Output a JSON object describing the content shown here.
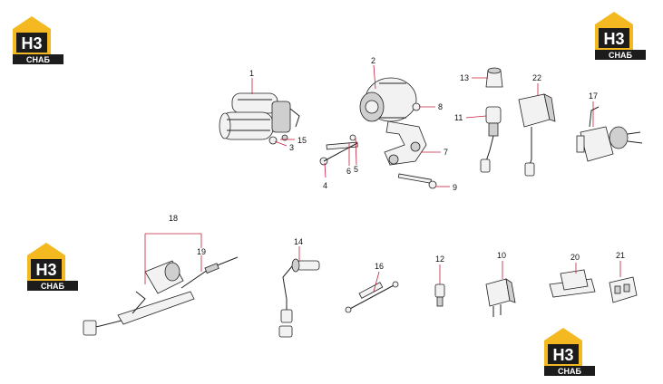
{
  "logo": {
    "mark": "H3",
    "caption": "СНАБ",
    "colors": {
      "accent": "#f4b820",
      "dark": "#1c1c1c",
      "light": "#ffffff"
    }
  },
  "callouts": {
    "c1": "1",
    "c2": "2",
    "c3": "3",
    "c4": "4",
    "c5": "5",
    "c6": "6",
    "c7": "7",
    "c8": "8",
    "c9": "9",
    "c10": "10",
    "c11": "11",
    "c12": "12",
    "c13": "13",
    "c14": "14",
    "c15": "15",
    "c16": "16",
    "c17": "17",
    "c18": "18",
    "c19": "19",
    "c20": "20",
    "c21": "21",
    "c22": "22"
  },
  "colors": {
    "leader": "#c0203a",
    "line": "#222222",
    "background": "#ffffff"
  }
}
